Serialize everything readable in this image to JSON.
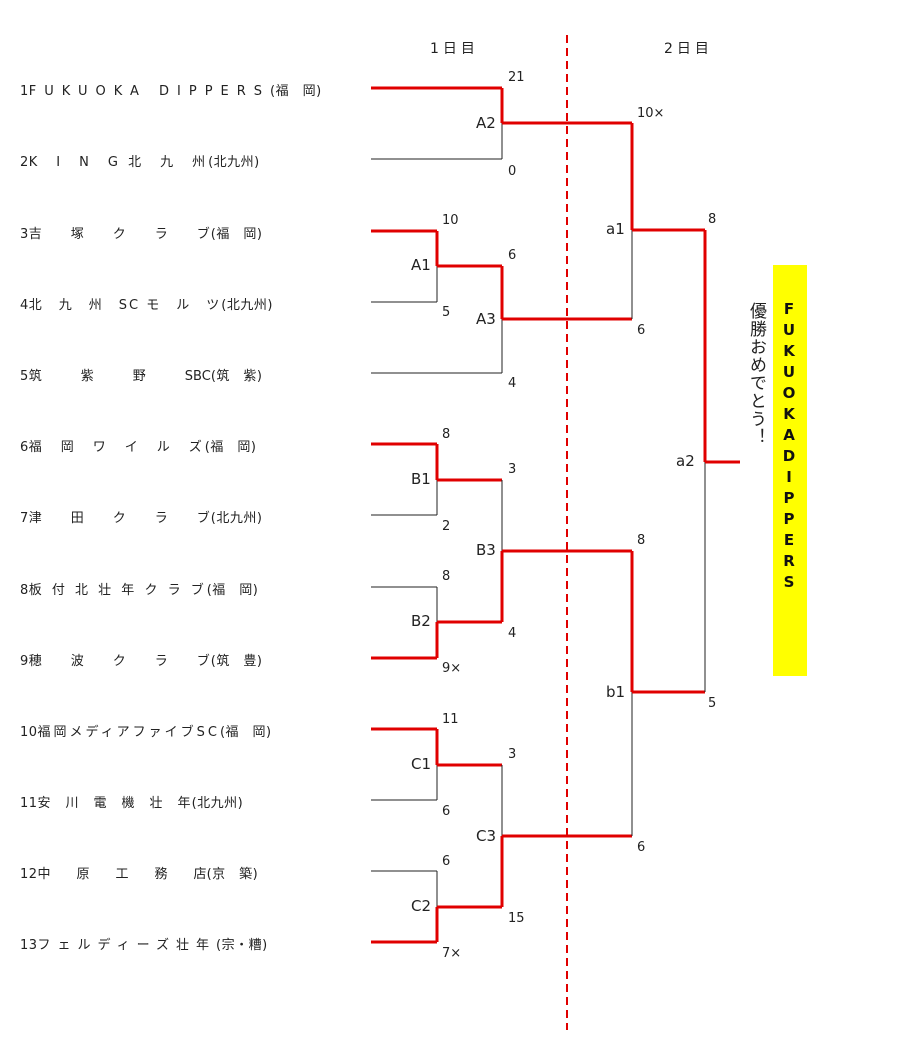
{
  "days": [
    "1日目",
    "2日目"
  ],
  "teams": [
    {
      "num": "1",
      "name": "FUKUOKA DIPPERS",
      "pref": "(福　岡)"
    },
    {
      "num": "2",
      "name": "K　I　N　G 北　九　州",
      "pref": "(北九州)"
    },
    {
      "num": "3",
      "name": "吉　　塚　　ク　　ラ　　ブ",
      "pref": "(福　岡)"
    },
    {
      "num": "4",
      "name": "北　九　州　SC モ　ル　ツ",
      "pref": "(北九州)"
    },
    {
      "num": "5",
      "name": "筑　　　紫　　　野　　　SBC",
      "pref": "(筑　紫)"
    },
    {
      "num": "6",
      "name": "福　岡　ワ　イ　ル　ズ",
      "pref": "(福　岡)"
    },
    {
      "num": "7",
      "name": "津　　田　　ク　　ラ　　ブ",
      "pref": "(北九州)"
    },
    {
      "num": "8",
      "name": "板 付 北 壮 年 ク ラ ブ",
      "pref": "(福　岡)"
    },
    {
      "num": "9",
      "name": "穂　　波　　ク　　ラ　　ブ",
      "pref": "(筑　豊)"
    },
    {
      "num": "10",
      "name": "福岡メディアファイブSC",
      "pref": "(福　岡)"
    },
    {
      "num": "11",
      "name": "安　川　電　機　壮　年",
      "pref": "(北九州)"
    },
    {
      "num": "12",
      "name": "中　　原　　工　　務　　店",
      "pref": "(京　築)"
    },
    {
      "num": "13",
      "name": "フェルディーズ壮年",
      "pref": "(宗・糟)"
    }
  ],
  "matches": {
    "A1": {
      "label": "A1",
      "top": "10",
      "bottom": "5"
    },
    "A2": {
      "label": "A2",
      "top": "21",
      "bottom": "0"
    },
    "A3": {
      "label": "A3",
      "top": "6",
      "bottom": "4"
    },
    "B1": {
      "label": "B1",
      "top": "8",
      "bottom": "2"
    },
    "B2": {
      "label": "B2",
      "top": "8",
      "bottom": "9×"
    },
    "B3": {
      "label": "B3",
      "top": "3",
      "bottom": "4"
    },
    "C1": {
      "label": "C1",
      "top": "11",
      "bottom": "6"
    },
    "C2": {
      "label": "C2",
      "top": "6",
      "bottom": "7×"
    },
    "C3": {
      "label": "C3",
      "top": "3",
      "bottom": "15"
    },
    "a1": {
      "label": "a1",
      "top": "10×",
      "bottom": "6"
    },
    "b1": {
      "label": "b1",
      "top": "8",
      "bottom": "6"
    },
    "a2": {
      "label": "a2",
      "top": "8",
      "bottom": "5"
    }
  },
  "congrats": "優勝おめでとう！",
  "champion": "FUKUOKADIPPERS",
  "colors": {
    "winner_line": "#e00000",
    "loser_line": "#222222",
    "divider": "#e00000",
    "champion_bg": "#ffff00"
  }
}
